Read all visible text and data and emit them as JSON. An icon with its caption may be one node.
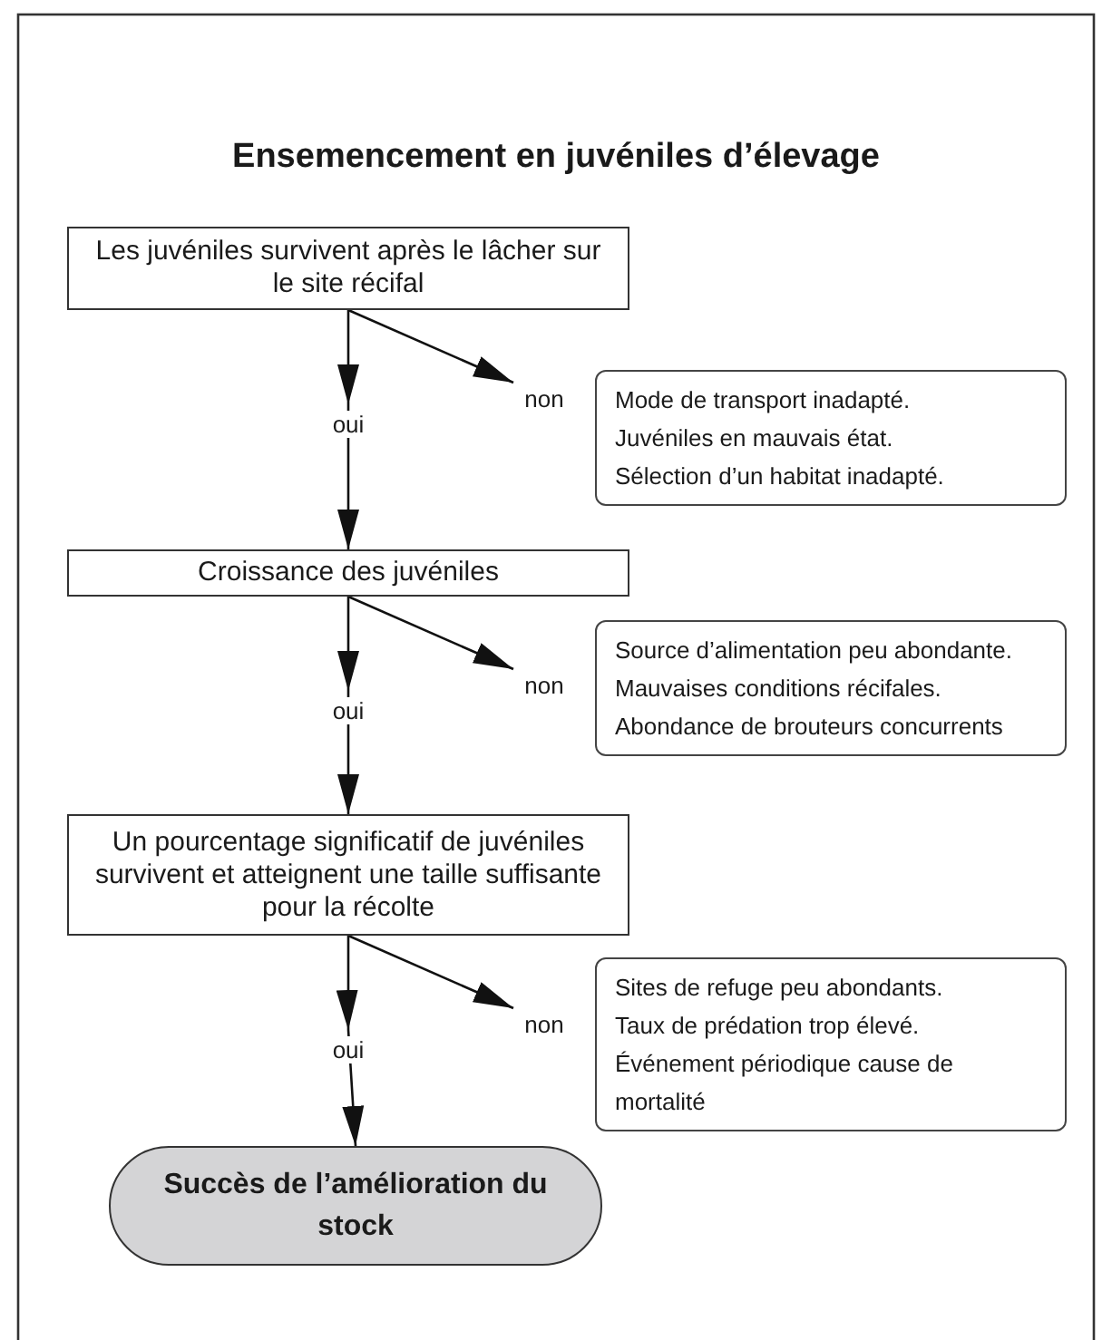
{
  "diagram": {
    "title": "Ensemencement en juvéniles d’élevage",
    "nodes": [
      {
        "text": [
          "Les juvéniles survivent après le lâcher sur le site récifal"
        ]
      },
      {
        "text": [
          "Mode de transport inadapté.",
          "Juvéniles en mauvais état.",
          "Sélection d’un habitat inadapté."
        ]
      },
      {
        "text": [
          "Croissance des juvéniles"
        ]
      },
      {
        "text": [
          "Source d’alimentation peu abondante.",
          "Mauvaises conditions récifales.",
          "Abondance de brouteurs concurrents"
        ]
      },
      {
        "text": [
          "Un pourcentage significatif de juvéniles survivent et atteignent une taille suffisante pour la récolte"
        ]
      },
      {
        "text": [
          "Sites de refuge peu abondants.",
          "Taux de prédation trop élevé.",
          "Événement périodique cause de mortalité"
        ]
      },
      {
        "text": [
          "Succès de l’amélioration du stock"
        ]
      }
    ],
    "edges": [
      {
        "from": 0,
        "to": 2,
        "arrow": "to",
        "label": "oui"
      },
      {
        "from": 0,
        "to": null,
        "arrow": "to",
        "label": "non"
      },
      {
        "from": 2,
        "to": 4,
        "arrow": "to",
        "label": "oui"
      },
      {
        "from": 2,
        "to": null,
        "arrow": "to",
        "label": "non"
      },
      {
        "from": 4,
        "to": 6,
        "arrow": "to",
        "label": "oui"
      },
      {
        "from": 4,
        "to": null,
        "arrow": "to",
        "label": "non"
      }
    ]
  }
}
